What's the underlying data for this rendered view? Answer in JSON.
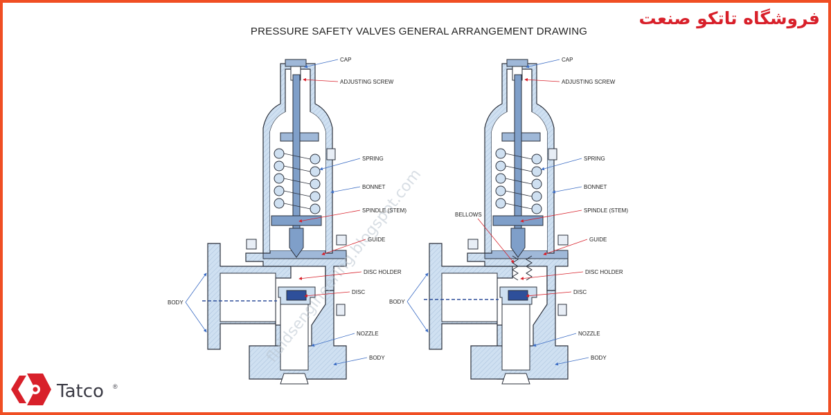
{
  "title": "PRESSURE SAFETY VALVES GENERAL ARRANGEMENT DRAWING",
  "brand": {
    "persian_name": "فروشگاه تاتکو صنعت",
    "logo_text": "Tatco",
    "logo_mark": "®",
    "accent_color": "#f04e23",
    "brand_red": "#d8202a"
  },
  "watermark": "fluidsengineering.blogspot.com",
  "colors": {
    "part_fill": "#cfe0f1",
    "part_stroke": "#2a2f3a",
    "spindle_fill": "#7f9fc9",
    "disc_fill": "#2e4f9a",
    "pointer_blue": "#3b6cc4",
    "pointer_red": "#d8202a"
  },
  "left_valve": {
    "labels": {
      "cap": "CAP",
      "adjusting_screw": "ADJUSTING SCREW",
      "spring": "SPRING",
      "bonnet": "BONNET",
      "spindle": "SPINDLE (STEM)",
      "guide": "GUIDE",
      "disc_holder": "DISC HOLDER",
      "disc": "DISC",
      "nozzle": "NOZZLE",
      "body_lower": "BODY",
      "body_inlet": "BODY"
    }
  },
  "right_valve": {
    "labels": {
      "cap": "CAP",
      "adjusting_screw": "ADJUSTING SCREW",
      "spring": "SPRING",
      "bonnet": "BONNET",
      "spindle": "SPINDLE (STEM)",
      "bellows": "BELLOWS",
      "guide": "GUIDE",
      "disc_holder": "DISC HOLDER",
      "disc": "DISC",
      "nozzle": "NOZZLE",
      "body_lower": "BODY",
      "body_inlet": "BODY"
    }
  }
}
